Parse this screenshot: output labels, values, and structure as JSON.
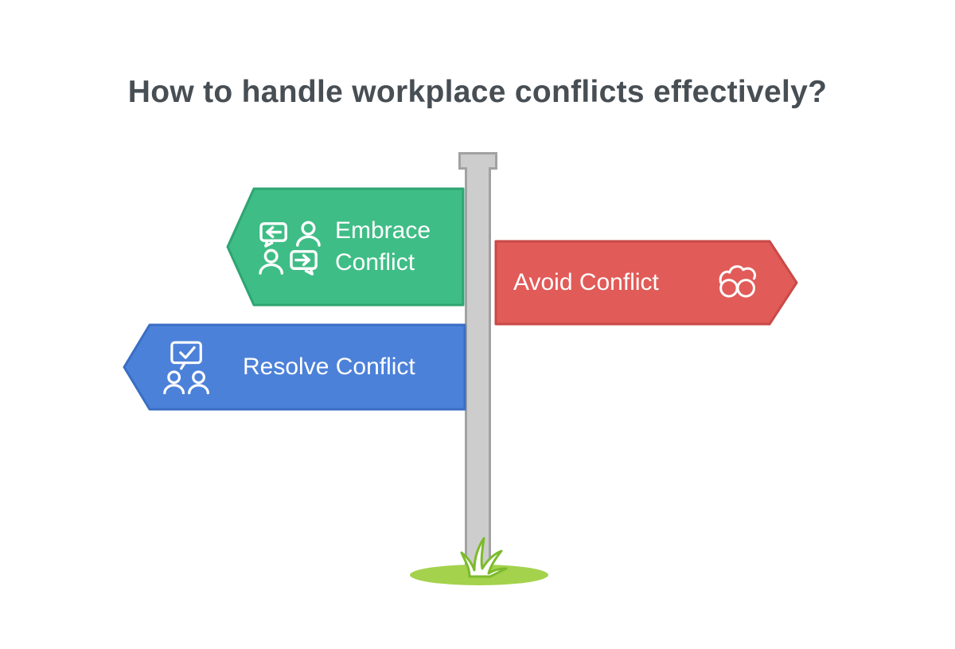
{
  "title": "How to handle workplace conflicts effectively?",
  "signs": [
    {
      "id": "embrace",
      "label": "Embrace Conflict",
      "direction": "left",
      "icon": "conversation-exchange-icon"
    },
    {
      "id": "avoid",
      "label": "Avoid Conflict",
      "direction": "right",
      "icon": "two-heads-icon"
    },
    {
      "id": "resolve",
      "label": "Resolve Conflict",
      "direction": "left",
      "icon": "agreement-board-icon"
    }
  ],
  "colors": {
    "background": "#ffffff",
    "title": "#474e54",
    "sign_text": "#ffffff",
    "icon": "#ffffff",
    "embrace": "#3fbd86",
    "embrace_border": "#2ea571",
    "avoid": "#e15b58",
    "avoid_border": "#c84a47",
    "resolve": "#4c81d9",
    "resolve_border": "#3a6ec4",
    "pole": "#cdcdcd",
    "pole_border": "#a2a2a2",
    "mound": "#a4d24d",
    "grass_outline": "#7cbb2c"
  }
}
